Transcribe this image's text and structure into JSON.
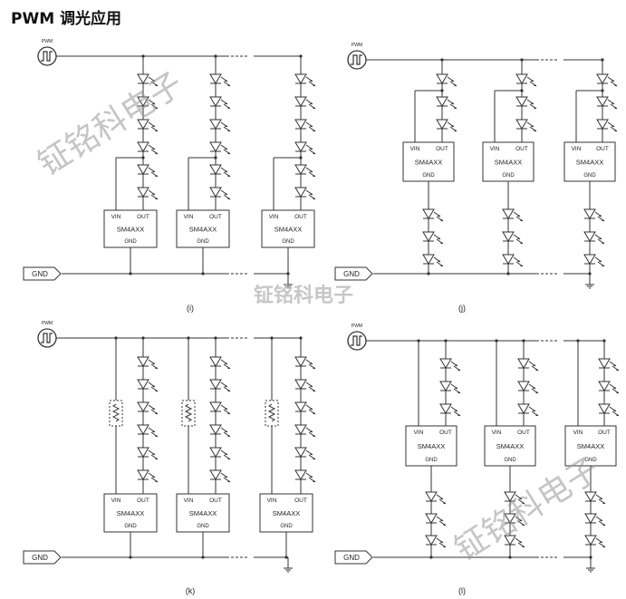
{
  "title": "PWM 调光应用",
  "watermark": "钲铭科电子",
  "labels": {
    "pwm": "PWM",
    "gnd_tag": "GND",
    "vin": "VIN",
    "out": "OUT",
    "ic": "SM4AXX",
    "ic_gnd": "GND"
  },
  "panels": [
    {
      "caption": "(i)",
      "variant": "partial-tap"
    },
    {
      "caption": "(j)",
      "variant": "high-side-split"
    },
    {
      "caption": "(k)",
      "variant": "with-resistor"
    },
    {
      "caption": "(l)",
      "variant": "vin-from-pwm-split"
    }
  ],
  "colors": {
    "line": "#333333",
    "watermark": "#999999"
  }
}
